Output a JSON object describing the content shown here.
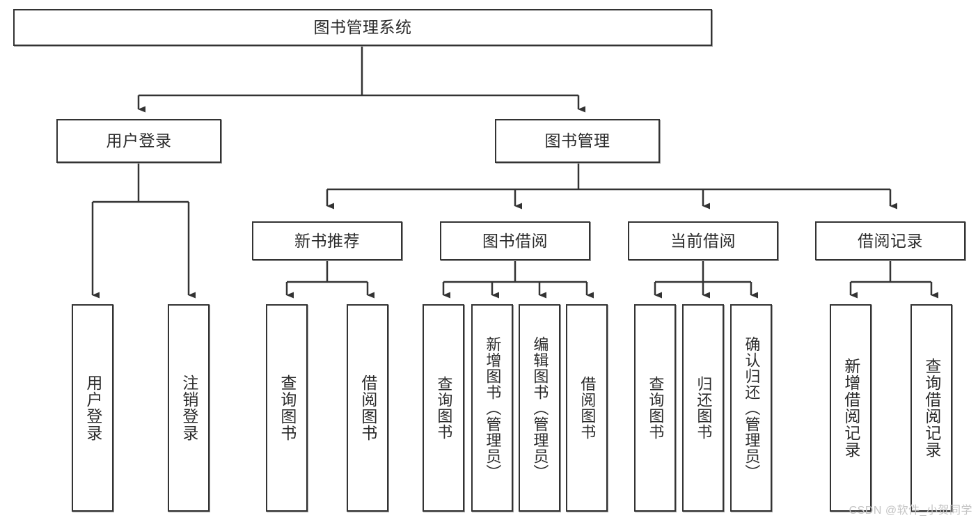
{
  "diagram": {
    "title": "图书管理系统",
    "type": "tree-hierarchy-chart",
    "colors": {
      "box_border": "#333333",
      "box_fill": "#ffffff",
      "connector": "#333333",
      "text": "#2b2b2b",
      "watermark": "#c4c4c4",
      "background": "#ffffff"
    },
    "watermark": "CSDN @软件_小贺同学",
    "nodes": {
      "root": {
        "label": "图书管理系统"
      },
      "level1": [
        {
          "label": "用户登录"
        },
        {
          "label": "图书管理"
        }
      ],
      "level2": [
        {
          "label": "新书推荐"
        },
        {
          "label": "图书借阅"
        },
        {
          "label": "当前借阅"
        },
        {
          "label": "借阅记录"
        }
      ],
      "leaves": {
        "user_login": [
          {
            "label": "用户登录"
          },
          {
            "label": "注销登录"
          }
        ],
        "new_book_recommend": [
          {
            "label": "查询图书"
          },
          {
            "label": "借阅图书"
          }
        ],
        "book_borrow": [
          {
            "label": "查询图书"
          },
          {
            "label": "新增图书（管理员）"
          },
          {
            "label": "编辑图书（管理员）"
          },
          {
            "label": "借阅图书"
          }
        ],
        "current_borrow": [
          {
            "label": "查询图书"
          },
          {
            "label": "归还图书"
          },
          {
            "label": "确认归还（管理员）"
          }
        ],
        "borrow_record": [
          {
            "label": "新增借阅记录"
          },
          {
            "label": "查询借阅记录"
          }
        ]
      }
    }
  }
}
